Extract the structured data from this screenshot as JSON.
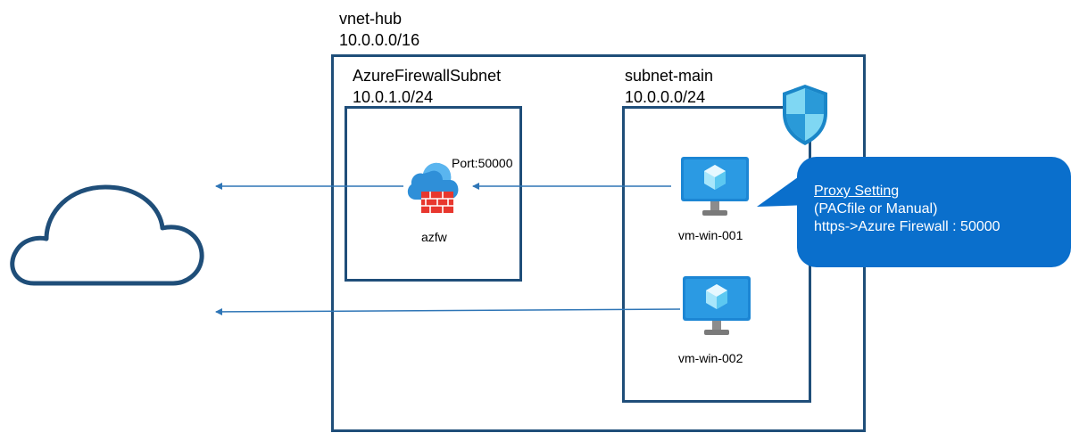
{
  "vnet": {
    "name": "vnet-hub",
    "cidr": "10.0.0.0/16"
  },
  "fw_subnet": {
    "name": "AzureFirewallSubnet",
    "cidr": "10.0.1.0/24"
  },
  "main_subnet": {
    "name": "subnet-main",
    "cidr": "10.0.0.0/24"
  },
  "firewall": {
    "name": "azfw",
    "port_label": "Port:50000"
  },
  "vms": [
    {
      "name": "vm-win-001"
    },
    {
      "name": "vm-win-002"
    }
  ],
  "callout": {
    "title": "Proxy Setting",
    "line2": "(PACfile or Manual)",
    "line3": "https->Azure Firewall : 50000"
  },
  "icons": {
    "internet": "cloud-outline-icon",
    "firewall": "azure-firewall-icon",
    "vm": "virtual-machine-icon",
    "nsg": "shield-icon"
  },
  "colors": {
    "border": "#1f4e79",
    "arrow": "#2e75b6",
    "callout": "#0a6fcc",
    "firewall_brick": "#e8372e"
  }
}
